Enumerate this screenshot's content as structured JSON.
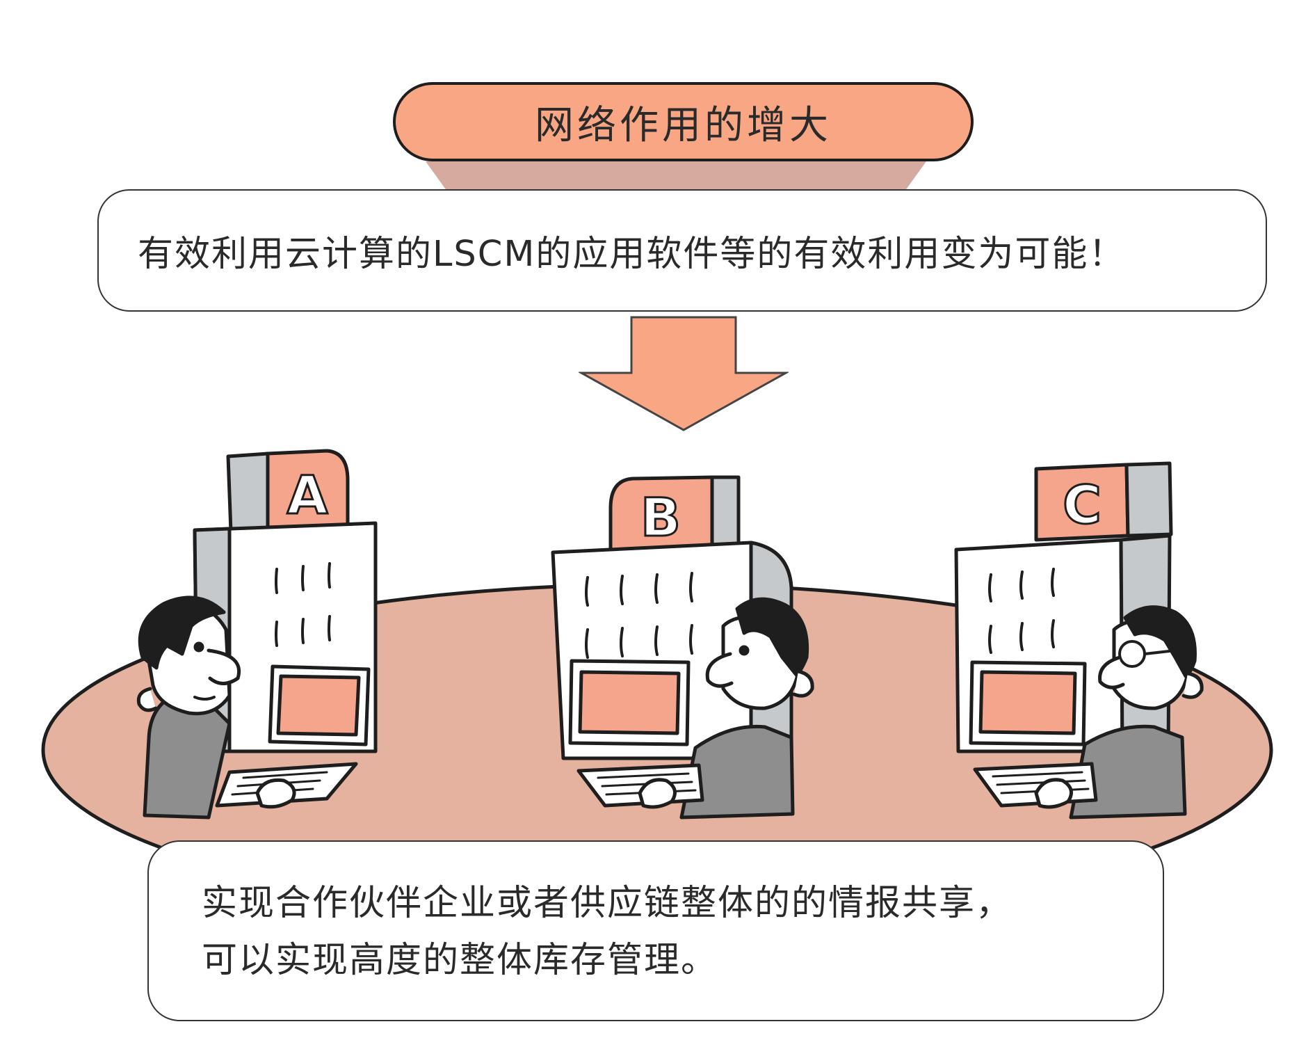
{
  "title": "网络作用的增大",
  "statement": "有效利用云计算的LSCM的应用软件等的有效利用变为可能！",
  "buildings": [
    {
      "label": "A"
    },
    {
      "label": "B"
    },
    {
      "label": "C"
    }
  ],
  "result": {
    "line1": "实现合作伙伴企业或者供应链整体的的情报共享，",
    "line2": "可以实现高度的整体库存管理。"
  },
  "colors": {
    "accent": "#f9a684",
    "table": "#e4b29e",
    "screen": "#f5a58c",
    "building_gray": "#c6c9cc",
    "shadow": "#d7aaa0"
  }
}
